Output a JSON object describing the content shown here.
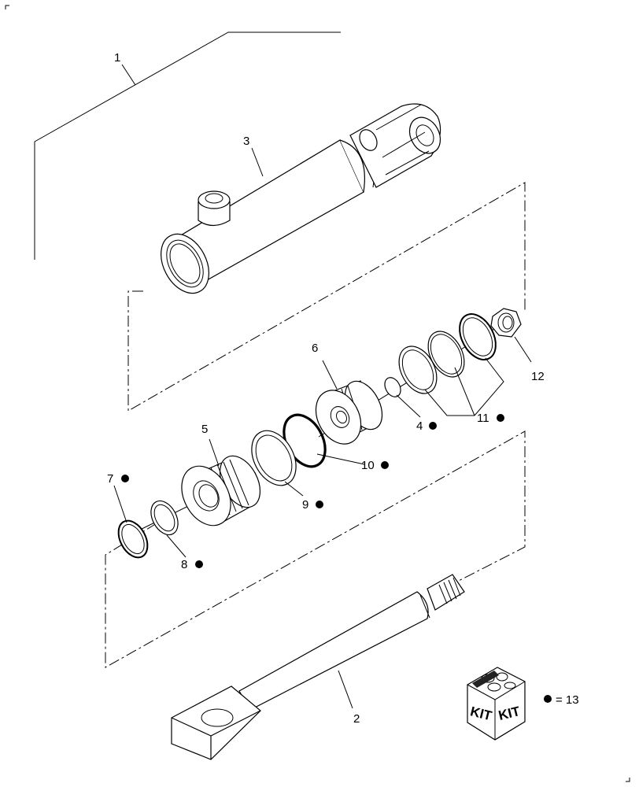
{
  "labels": {
    "l1": "1",
    "l2": "2",
    "l3": "3",
    "l4": "4",
    "l5": "5",
    "l6": "6",
    "l7": "7",
    "l8": "8",
    "l9": "9",
    "l10": "10",
    "l11": "11",
    "l12": "12"
  },
  "kit": {
    "text_left": "KIT",
    "text_right": "KIT",
    "legend": "= 13"
  },
  "icons": {
    "bullet": "filled-circle-icon"
  }
}
